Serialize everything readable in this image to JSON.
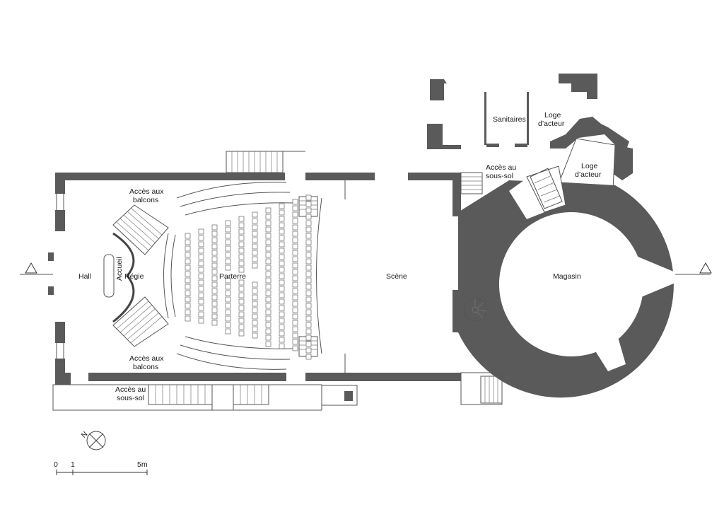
{
  "rooms": {
    "hall": "Hall",
    "accueil": "Accueil",
    "regie": "Régie",
    "parterre": "Parterre",
    "scene": "Scène",
    "magasin": "Magasin",
    "sanitaires": "Sanitaires",
    "loge_1_line1": "Loge",
    "loge_1_line2": "d’acteur",
    "loge_2_line1": "Loge",
    "loge_2_line2": "d’acteur",
    "acces_balcons_top_line1": "Accès aux",
    "acces_balcons_top_line2": "balcons",
    "acces_balcons_bottom_line1": "Accès aux",
    "acces_balcons_bottom_line2": "balcons",
    "acces_sous_sol_left_line1": "Accès au",
    "acces_sous_sol_left_line2": "sous-sol",
    "acces_sous_sol_right_line1": "Accès au",
    "acces_sous_sol_right_line2": "sous-sol"
  },
  "north_label": "N",
  "scale_bar": {
    "tick_0": "0",
    "tick_1": "1",
    "tick_5": "5m"
  },
  "colors": {
    "wall": "#5a5a5a",
    "line": "#555555",
    "background": "#ffffff"
  },
  "icons": [
    "section-marker-icon",
    "north-arrow-icon"
  ]
}
